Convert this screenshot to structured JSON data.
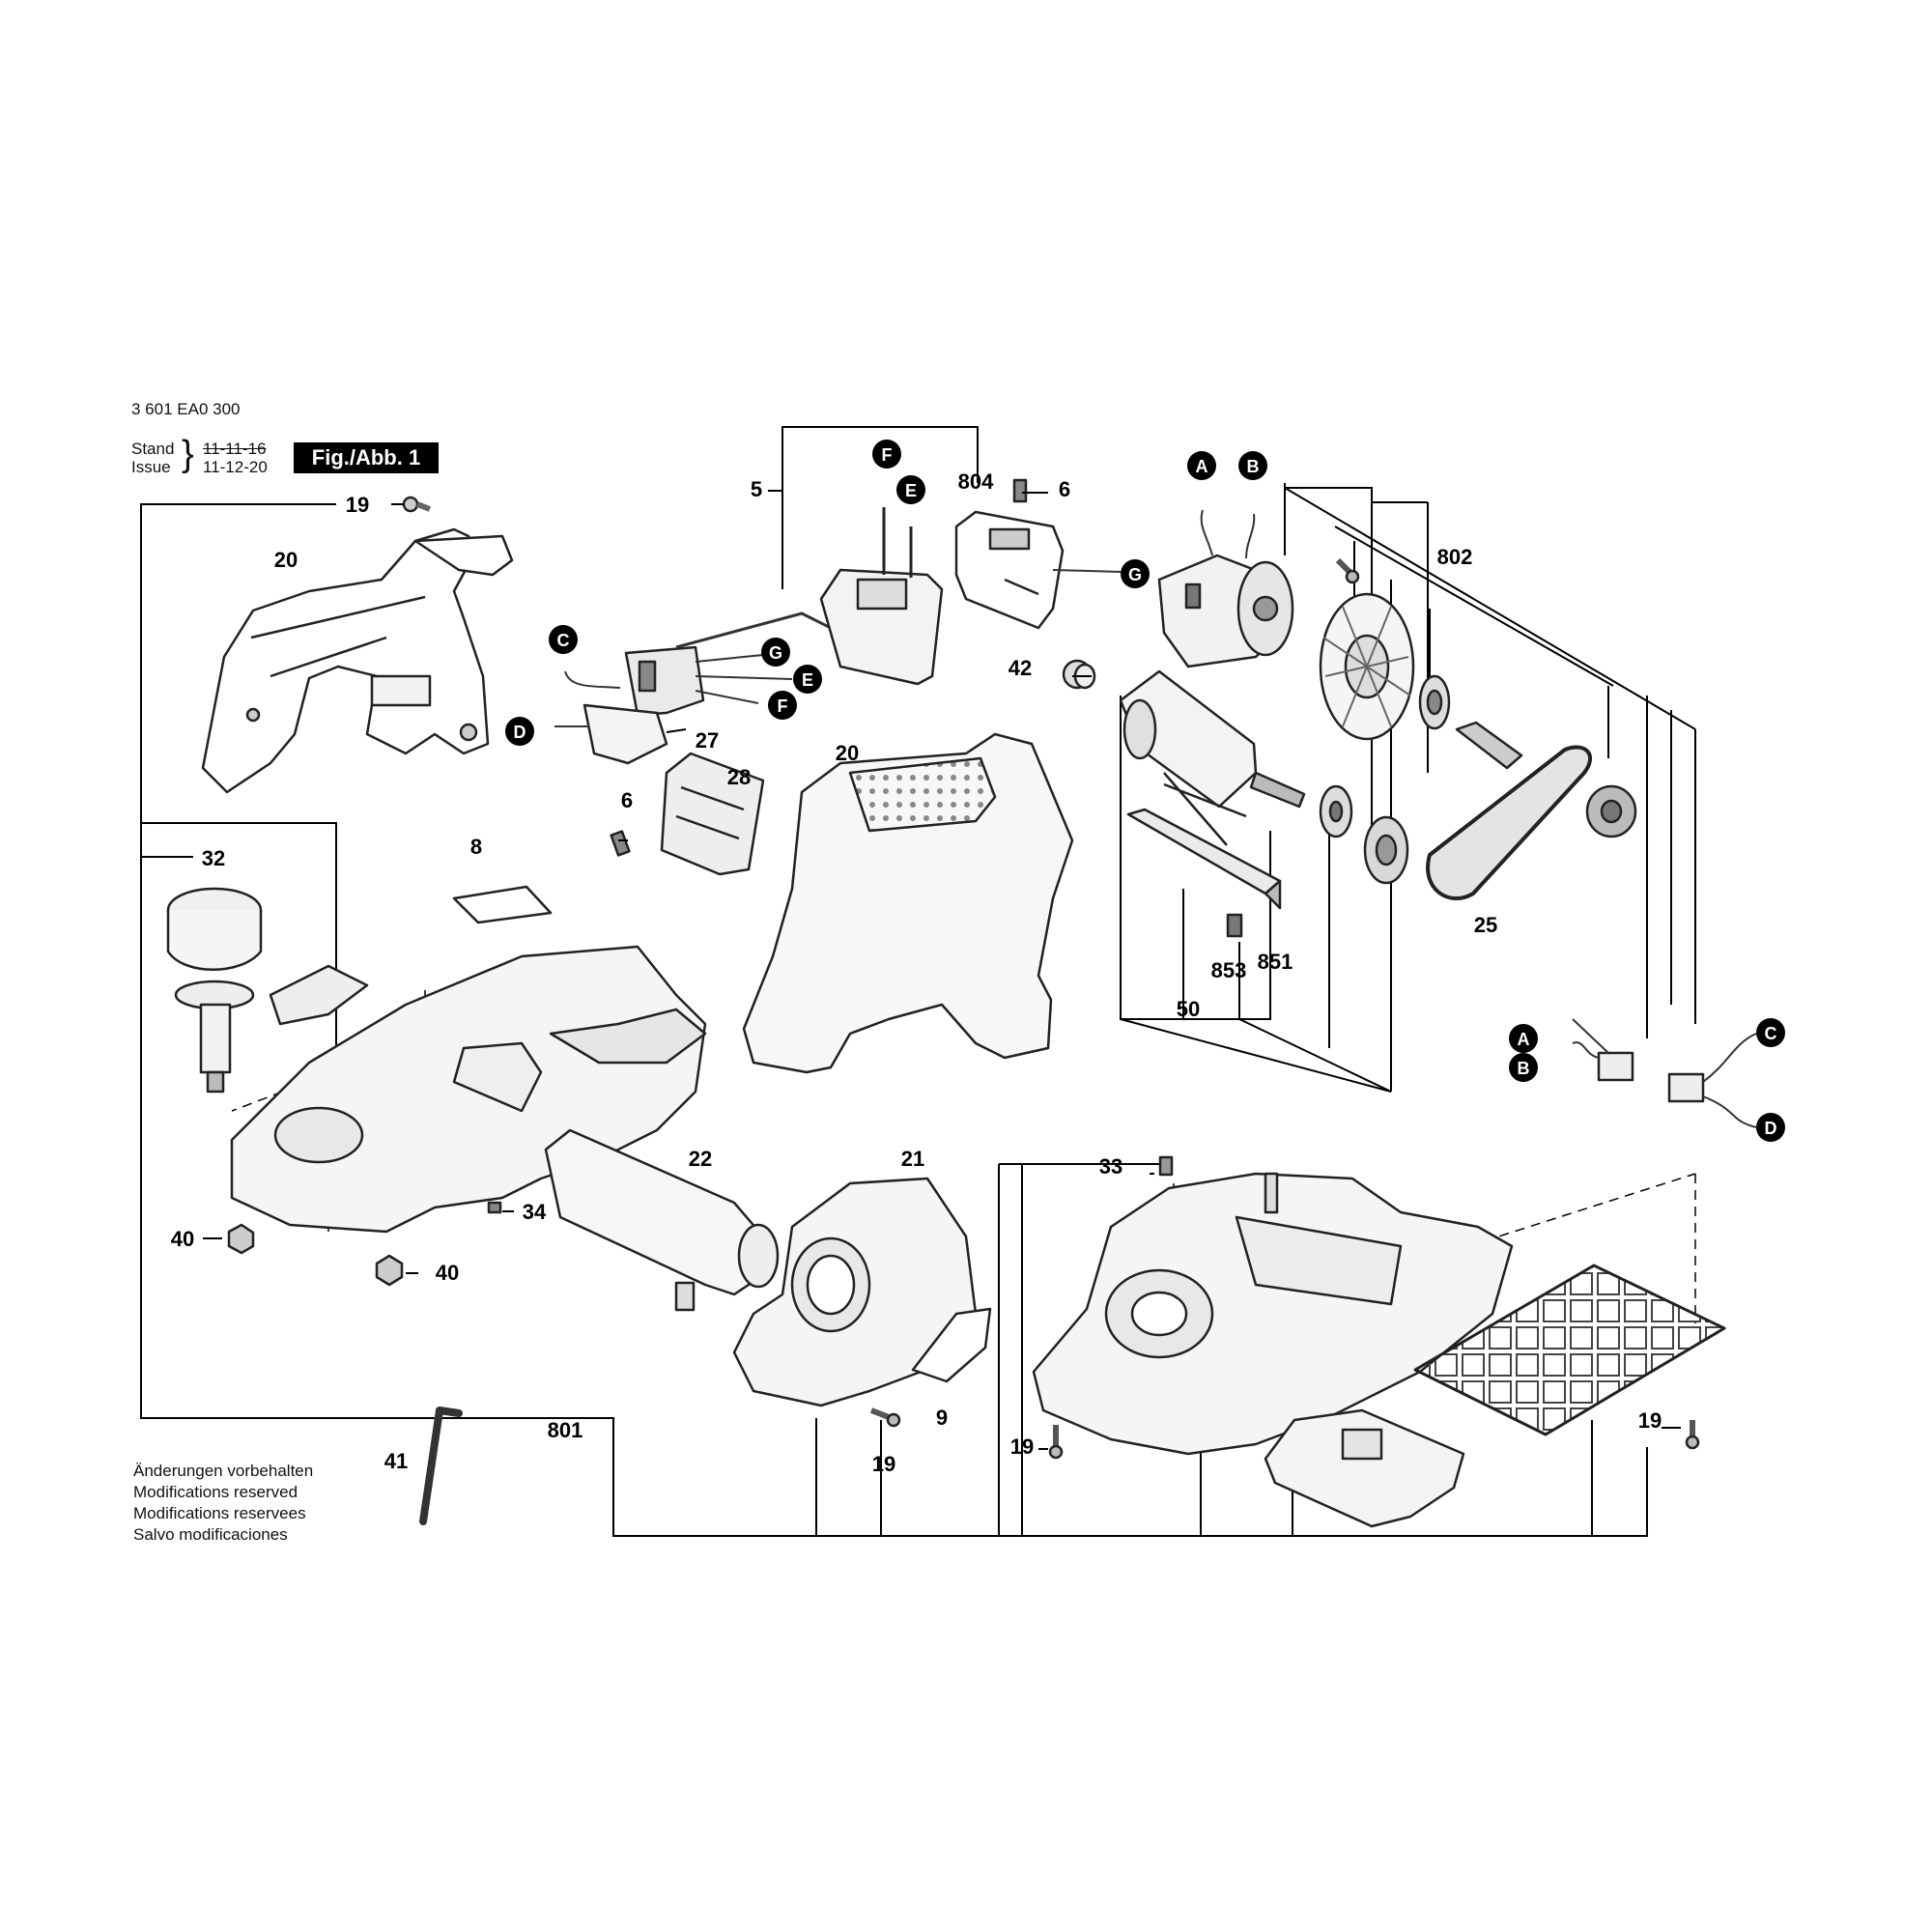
{
  "header": {
    "doc_number": "3 601 EA0 300",
    "stand_label": "Stand",
    "issue_label": "Issue",
    "stand_date": "11-11-16",
    "issue_date": "11-12-20",
    "figure": "Fig./Abb. 1"
  },
  "footer": {
    "lines": [
      "Änderungen vorbehalten",
      "Modifications reserved",
      "Modifications reservees",
      "Salvo modificaciones"
    ]
  },
  "callouts": {
    "c5": "5",
    "c804": "804",
    "c6a": "6",
    "c802": "802",
    "c19a": "19",
    "c20a": "20",
    "c42": "42",
    "c27": "27",
    "c28": "28",
    "c6b": "6",
    "c20b": "20",
    "c32": "32",
    "c8": "8",
    "c25": "25",
    "c853": "853",
    "c851": "851",
    "c50": "50",
    "c22": "22",
    "c21": "21",
    "c33": "33",
    "c34": "34",
    "c40a": "40",
    "c40b": "40",
    "c9": "9",
    "c801": "801",
    "c41": "41",
    "c19b": "19",
    "c19c": "19",
    "c19d": "19"
  },
  "connectors": {
    "A": "A",
    "B": "B",
    "C": "C",
    "D": "D",
    "E": "E",
    "F": "F",
    "G": "G"
  }
}
